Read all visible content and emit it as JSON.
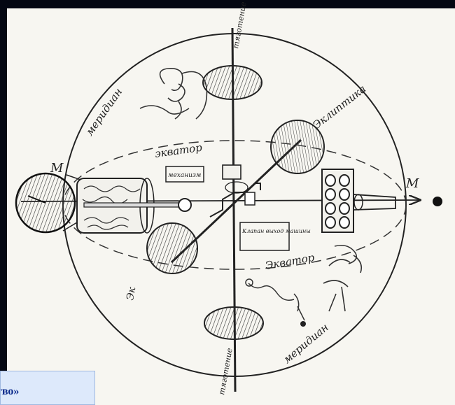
{
  "labels": {
    "m_left": "М",
    "m_right": "М",
    "equator_upper": "экватор",
    "equator_lower": "Экватор",
    "meridian_upper_left": "меридиан",
    "meridian_lower_right": "меридиан",
    "ecliptic_upper_right": "Эклиптика",
    "ecliptic_lower_left": "Эк",
    "box_upper": "механизм",
    "box_lower": "Клапан выход машины",
    "gravity_top": "тяготение",
    "gravity_bottom": "тяготение"
  },
  "caption": {
    "text": "тво»"
  },
  "colors": {
    "frame": "#040712",
    "caption_bg": "#dde9fb",
    "caption_text": "#0b2a8c",
    "ink": "#222222"
  }
}
